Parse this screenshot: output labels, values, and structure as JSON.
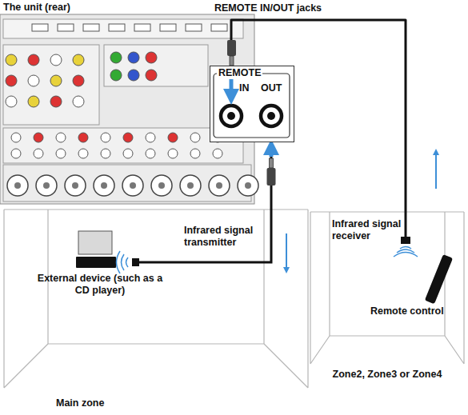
{
  "diagram": {
    "nodes": [
      {
        "text": [
          "The unit (rear)"
        ]
      },
      {
        "text": [
          "REMOTE",
          "IN",
          "OUT"
        ],
        "in": 0
      },
      {
        "text": [
          "Main zone"
        ]
      },
      {
        "text": [
          "Zone2, Zone3 or Zone4"
        ]
      }
    ],
    "edges": [
      {
        "from": 1,
        "to": 2,
        "arrow": "none"
      },
      {
        "from": 3,
        "to": 1,
        "arrow": "none"
      }
    ],
    "labels": [
      "REMOTE IN/OUT jacks",
      "Infrared signal transmitter",
      "External device (such as a CD player)",
      "Infrared signal receiver",
      "Remote control"
    ]
  }
}
